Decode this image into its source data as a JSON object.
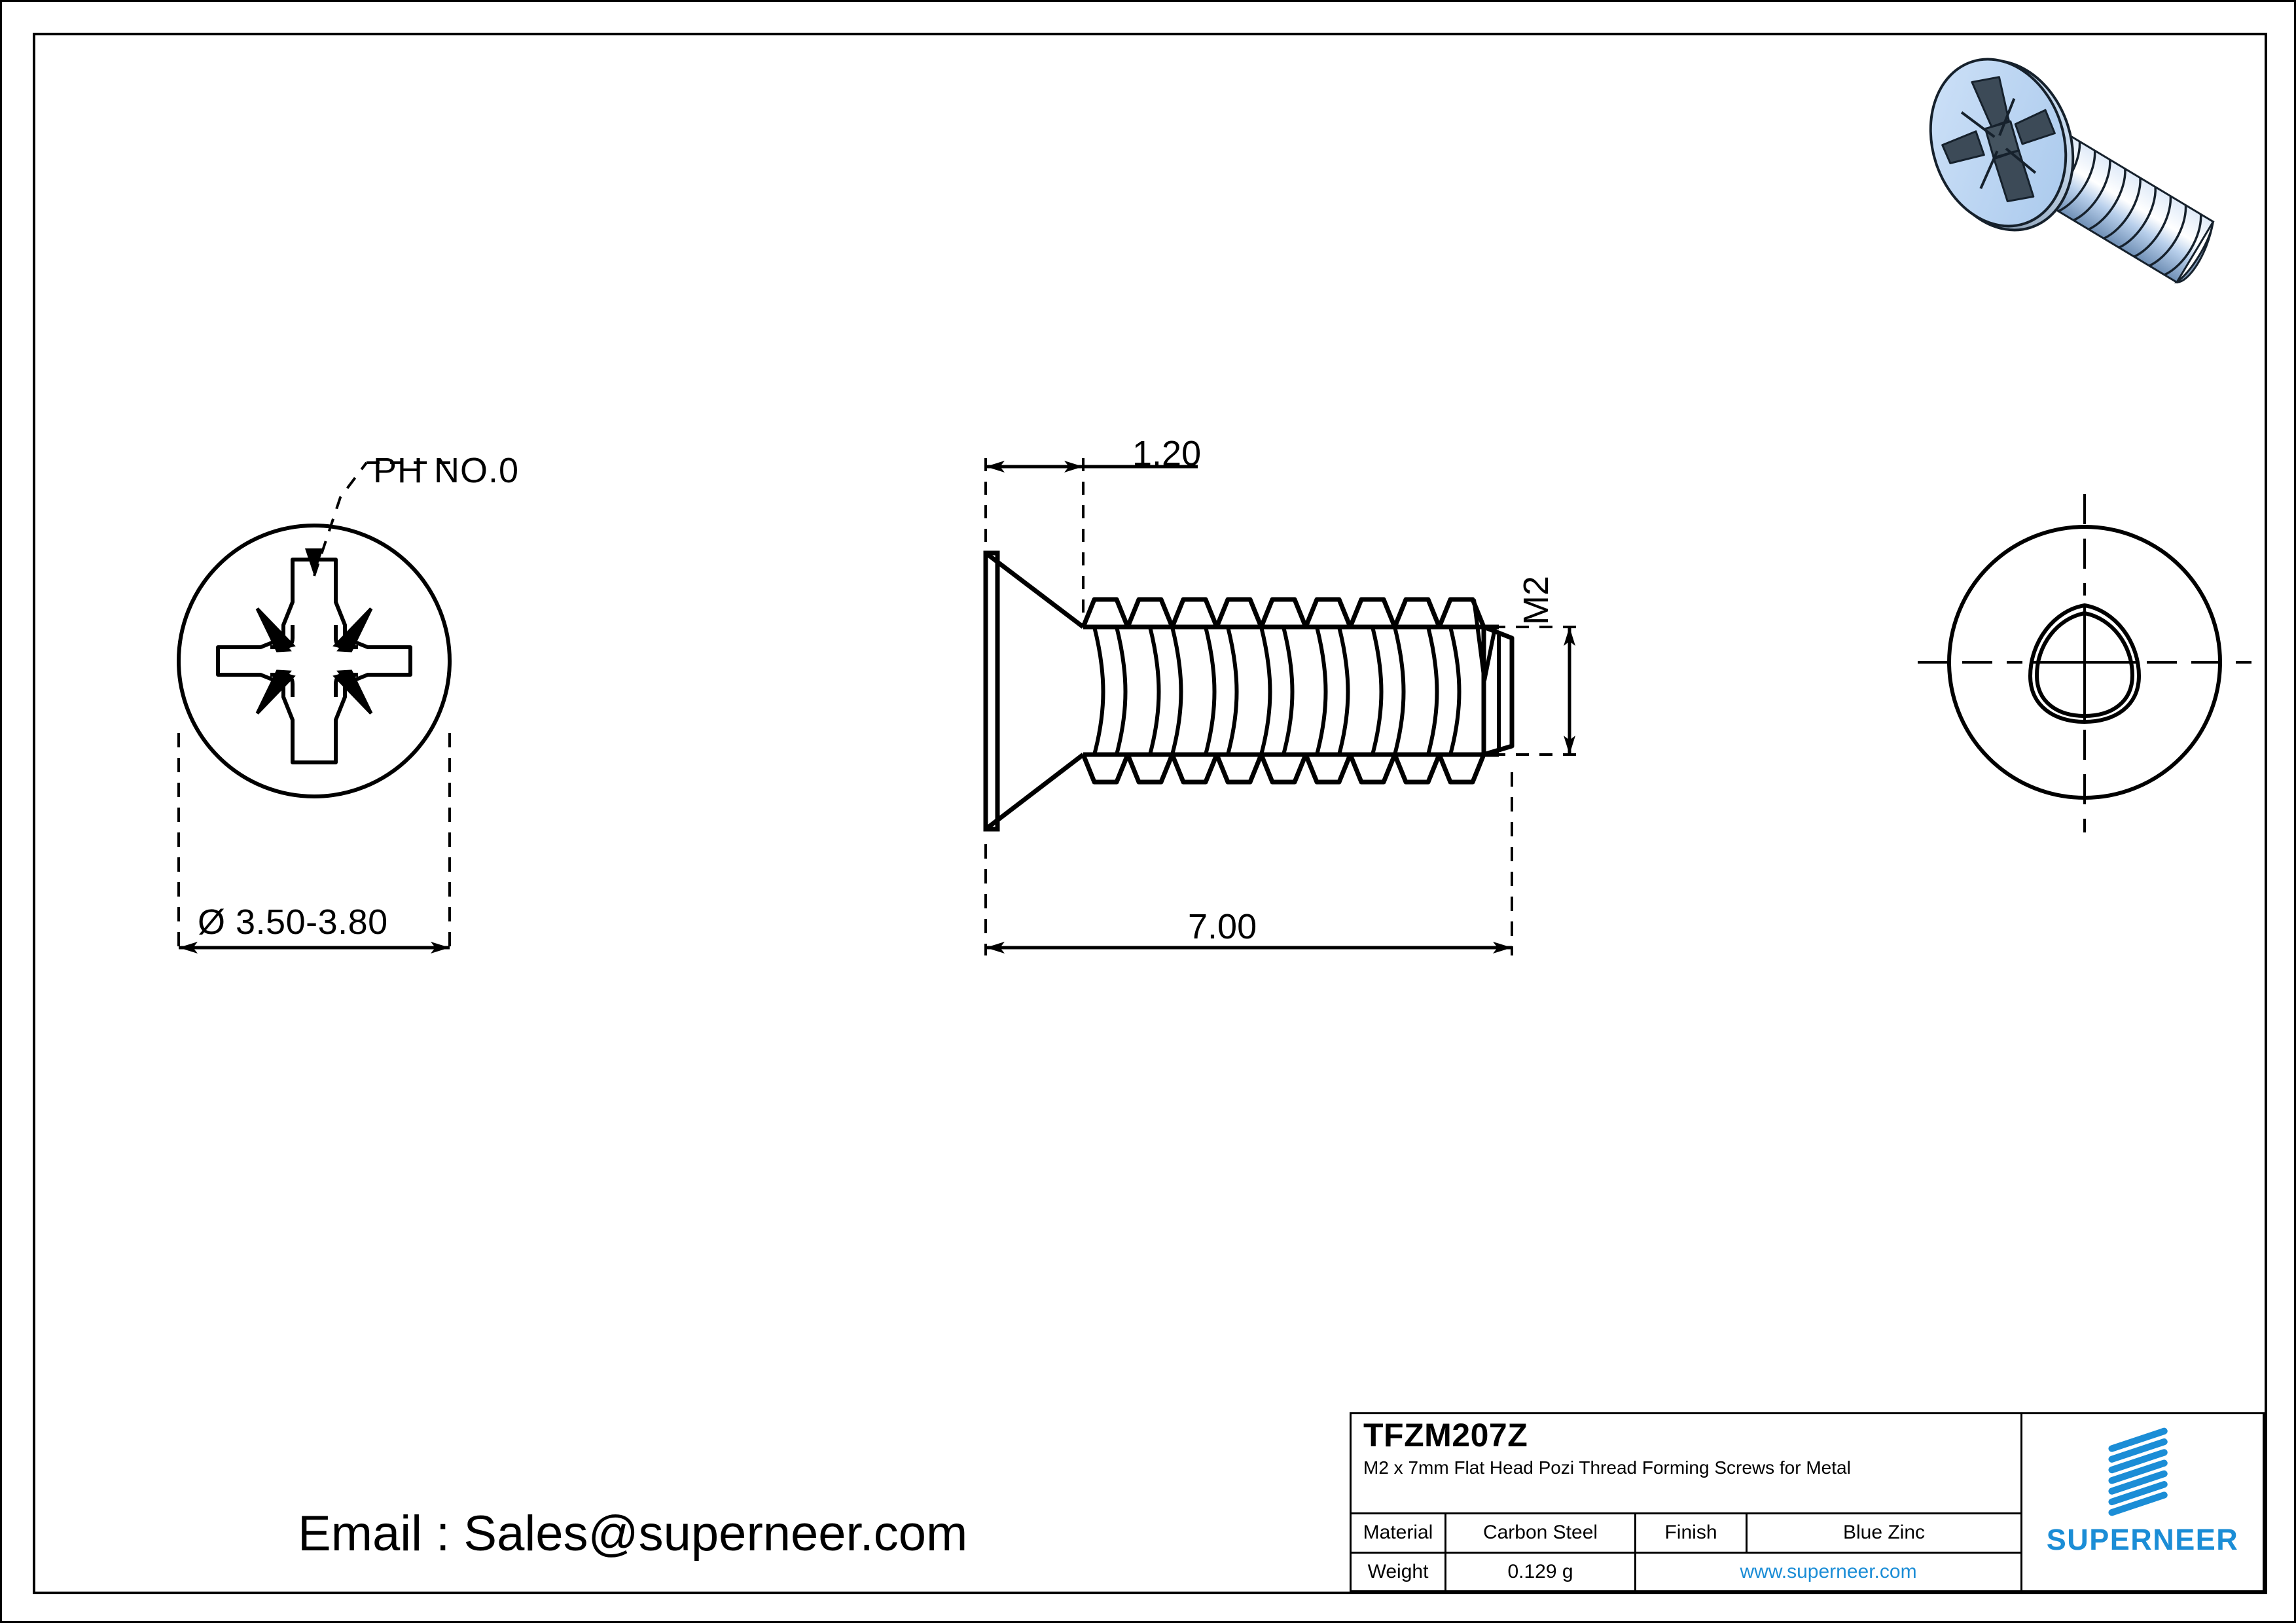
{
  "drawing": {
    "views": {
      "head_view": {
        "name": "head-end-view",
        "callout": "PH NO.0",
        "diameter_dimension": "Ø 3.50-3.80"
      },
      "side_view": {
        "name": "side-elevation-view",
        "head_height_dimension": "1.20",
        "overall_length_dimension": "7.00",
        "thread_size_dimension": "M2"
      },
      "point_view": {
        "name": "point-end-view",
        "description": "trilobular-thread-forming-cross-section"
      }
    },
    "contact": {
      "email_line": "Email : Sales@superneer.com"
    }
  },
  "title_block": {
    "part_number": "TFZM207Z",
    "description": "M2 x 7mm Flat Head Pozi Thread Forming Screws for Metal",
    "material_label": "Material",
    "material_value": "Carbon Steel",
    "finish_label": "Finish",
    "finish_value": "Blue Zinc",
    "weight_label": "Weight",
    "weight_value": "0.129 g",
    "website": "www.superneer.com",
    "brand_name": "SUPERNEER"
  },
  "colors": {
    "brand_blue": "#1b8dd6",
    "line_black": "#000000",
    "render_head_blue": "#b9d4f2",
    "render_shank_blue": "#cfe0f4",
    "paper_white": "#ffffff"
  }
}
